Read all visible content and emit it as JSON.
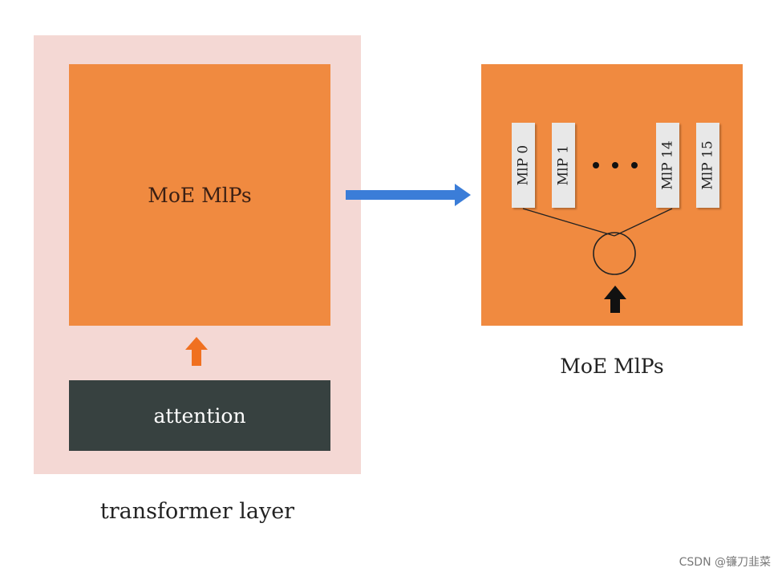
{
  "left_panel": {
    "moe_label": "MoE MlPs",
    "attention_label": "attention",
    "caption": "transformer layer"
  },
  "right_panel": {
    "experts": [
      {
        "label": "MlP 0"
      },
      {
        "label": "MlP 1"
      },
      {
        "label": "MlP 14"
      },
      {
        "label": "MlP 15"
      }
    ],
    "caption": "MoE MlPs"
  },
  "watermark": "CSDN @镰刀韭菜",
  "colors": {
    "orange": "#f08a40",
    "pink": "#f4d8d4",
    "dark": "#374140",
    "blue": "#3b7dd8",
    "arrow_orange": "#f07020"
  }
}
